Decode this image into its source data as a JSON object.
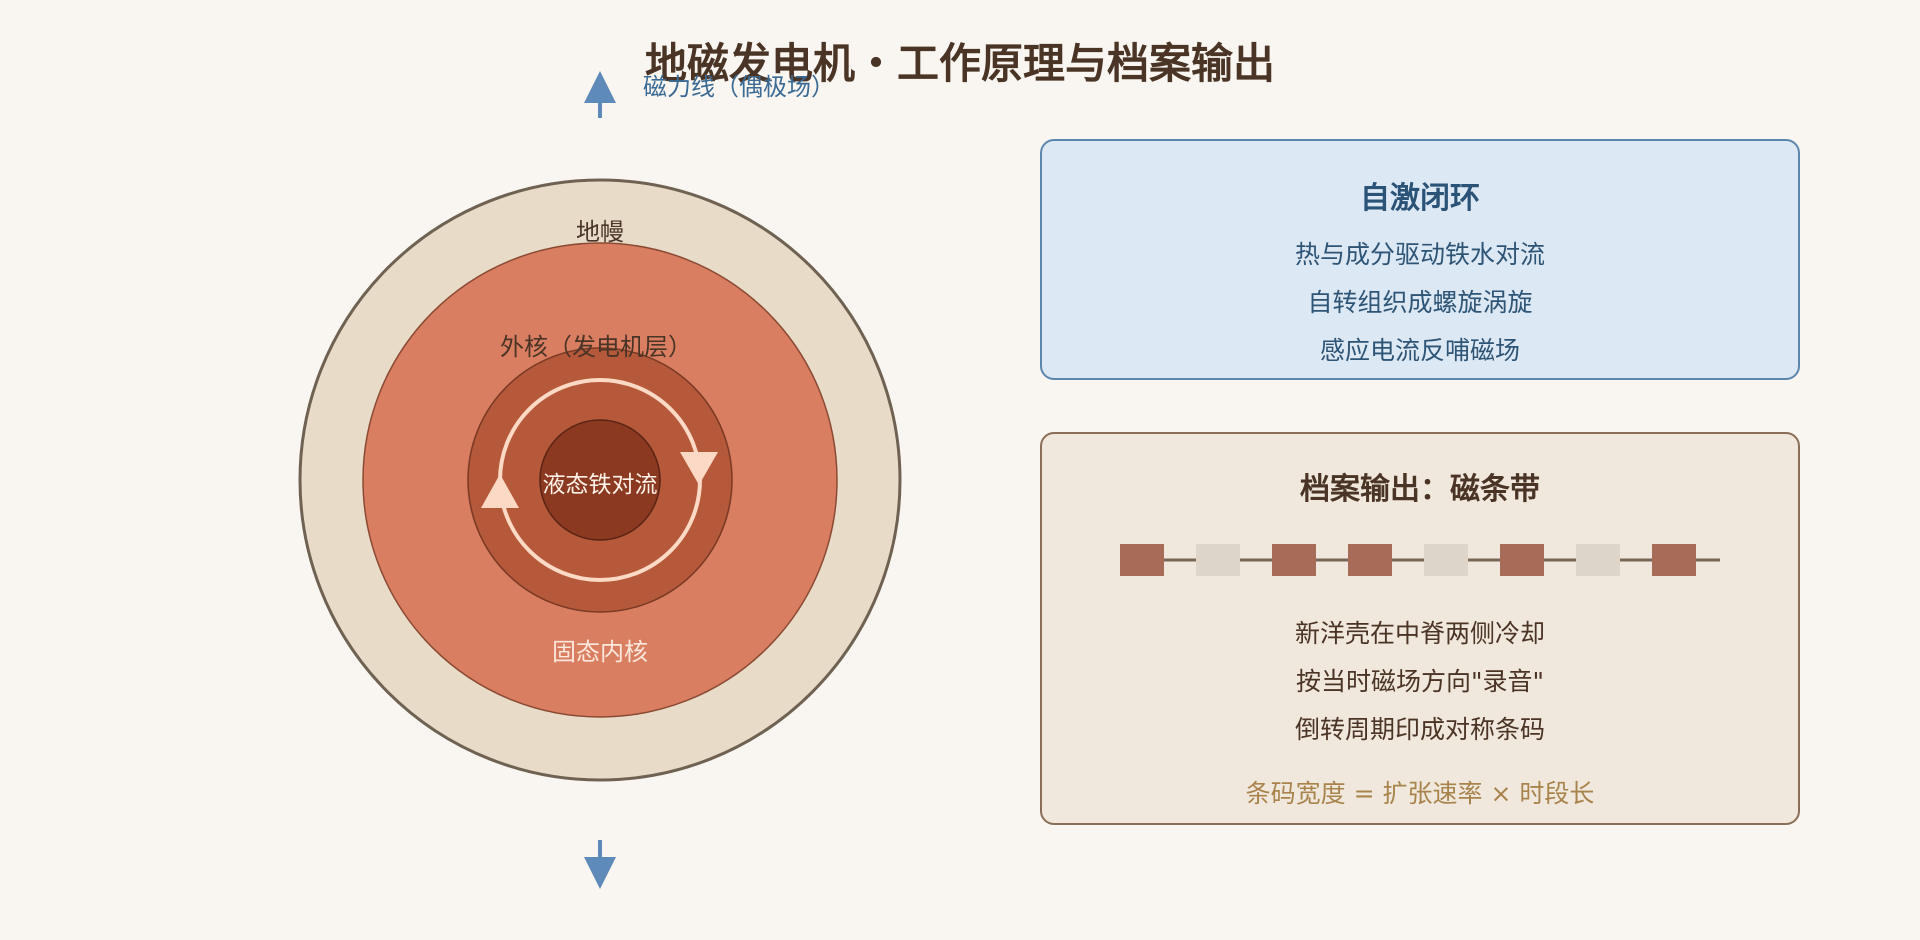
{
  "title": "地磁发电机・工作原理与档案输出",
  "diagram": {
    "field_line_label": "磁力线（偶极场）",
    "mantle_label": "地幔",
    "outer_core_label": "外核（发电机层）",
    "convection_label": "液态铁对流",
    "inner_core_label": "固态内核",
    "field_arrow_color": "#5d8ab8",
    "mantle_color": "#e8dcc8",
    "outer_core_color": "#d97e60",
    "dynamo_color": "#b6583a",
    "inner_core_color": "#8b3a21"
  },
  "loop_panel": {
    "title": "自激闭环",
    "lines": [
      "热与成分驱动铁水对流",
      "自转组织成螺旋涡旋",
      "感应电流反哺磁场"
    ]
  },
  "archive_panel": {
    "title": "档案输出：磁条带",
    "stripes": [
      "normal",
      "reversed",
      "normal",
      "normal",
      "reversed",
      "normal",
      "reversed",
      "normal"
    ],
    "normal_color": "#a86b58",
    "reversed_color": "#ddd5c9",
    "lines": [
      "新洋壳在中脊两侧冷却",
      "按当时磁场方向\"录音\"",
      "倒转周期印成对称条码"
    ],
    "formula": "条码宽度 = 扩张速率 × 时段长"
  }
}
